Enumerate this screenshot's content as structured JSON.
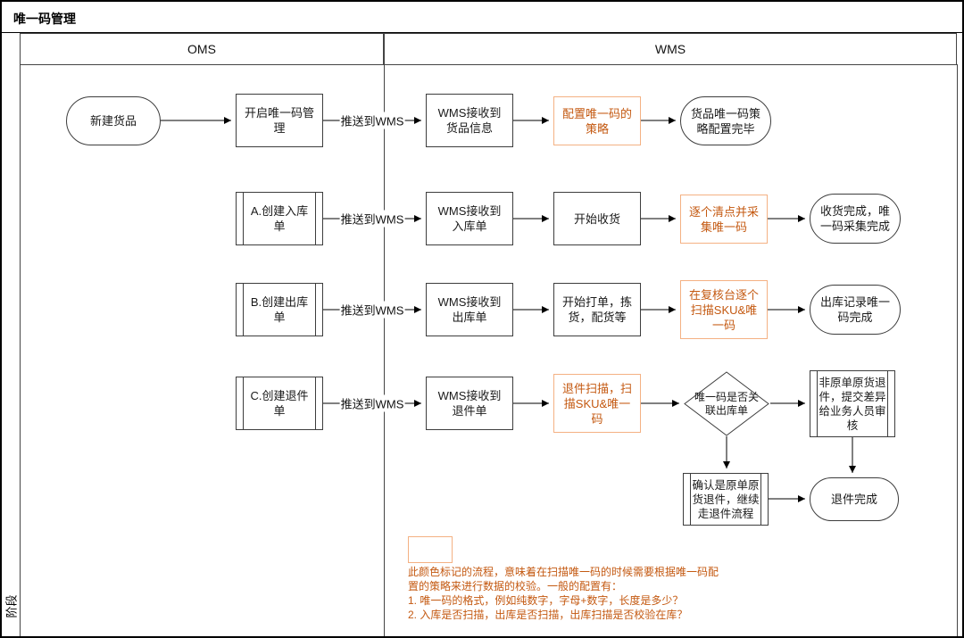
{
  "title": "唯一码管理",
  "lanes": {
    "phase_label": "阶段",
    "oms_label": "OMS",
    "wms_label": "WMS"
  },
  "edges": {
    "push_label": "推送到WMS"
  },
  "nodes": {
    "new_product": "新建货品",
    "enable_mgmt": "开启唯一码管理",
    "wms_receive_product": "WMS接收到货品信息",
    "config_strategy": "配置唯一码的策略",
    "strategy_done": "货品唯一码策略配置完毕",
    "create_inbound": "A.创建入库单",
    "wms_receive_inbound": "WMS接收到入库单",
    "start_receiving": "开始收货",
    "collect_codes": "逐个清点并采集唯一码",
    "receiving_done": "收货完成，唯一码采集完成",
    "create_outbound": "B.创建出库单",
    "wms_receive_outbound": "WMS接收到出库单",
    "start_picking": "开始打单，拣货，配货等",
    "scan_at_check": "在复核台逐个扫描SKU&唯一码",
    "outbound_done": "出库记录唯一码完成",
    "create_return": "C.创建退件单",
    "wms_receive_return": "WMS接收到退件单",
    "return_scan": "退件扫描，扫描SKU&唯一码",
    "code_link_decision": "唯一码是否关联出库单",
    "not_original_return": "非原单原货退件，提交差异给业务人员审核",
    "confirm_original_return": "确认是原单原货退件，继续走退件流程",
    "return_done": "退件完成"
  },
  "legend": {
    "lines": [
      "此颜色标记的流程，意味着在扫描唯一码的时候需要根据唯一码配",
      "置的策略来进行数据的校验。一般的配置有：",
      "1. 唯一码的格式，例如纯数字，字母+数字，长度是多少？",
      "2. 入库是否扫描，出库是否扫描，出库扫描是否校验在库？"
    ]
  },
  "colors": {
    "highlight_border": "#F4B183",
    "highlight_text": "#C45911",
    "shape_border": "#3D3D3D"
  }
}
